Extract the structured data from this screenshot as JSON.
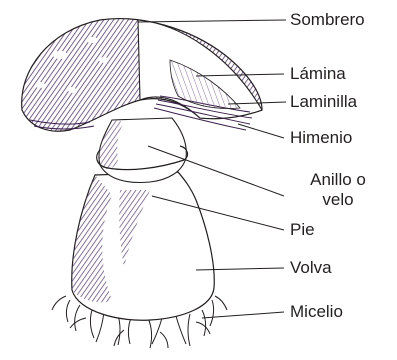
{
  "labels": {
    "sombrero": "Sombrero",
    "lamina": "Lámina",
    "laminilla": "Laminilla",
    "himenio": "Himenio",
    "anillo_line1": "Anillo o",
    "anillo_line2": "velo",
    "pie": "Pie",
    "volva": "Volva",
    "micelio": "Micelio"
  },
  "colors": {
    "ink": "#231f20",
    "purple_dark": "#3b1f4d",
    "purple": "#5b3a78",
    "purple_light": "#8c72a6"
  }
}
